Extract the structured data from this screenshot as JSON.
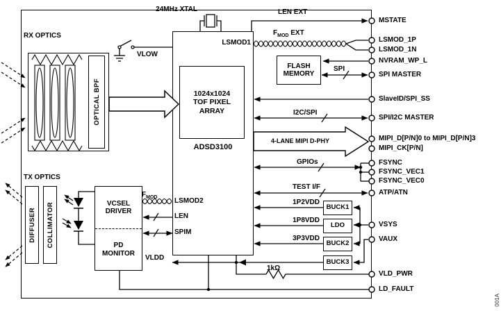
{
  "figure": {
    "code": "001A"
  },
  "labels": {
    "xtal": "24MHz XTAL",
    "rx_optics": "RX OPTICS",
    "tx_optics": "TX OPTICS",
    "optical_bpf": "OPTICAL BPF",
    "diffuser": "DIFFUSER",
    "collimator": "COLLIMATOR",
    "vlow": "VLOW",
    "vldd": "VLDD",
    "len_ext": "LEN EXT",
    "f": "F",
    "mod_sub": "MOD",
    "ext": " EXT",
    "spi": "SPI",
    "i2c_spi": "I2C/SPI",
    "mipi_bus": "4-LANE MIPI D-PHY",
    "gpios": "GPIOs",
    "test_if": "TEST I/F",
    "rail_1p2vdd": "1P2VDD",
    "rail_1p8vdd": "1P8VDD",
    "rail_3p3vdd": "3P3VDD",
    "resistor_1k": "1kΩ"
  },
  "blocks": {
    "adsd3100": "ADSD3100",
    "pixel_array": "1024x1024 TOF PIXEL ARRAY",
    "flash": "FLASH MEMORY",
    "buck1": "BUCK1",
    "ldo": "LDO",
    "buck2": "BUCK2",
    "buck3": "BUCK3",
    "vcsel_driver": "VCSEL DRIVER",
    "pd_monitor": "PD MONITOR"
  },
  "ports": {
    "lsmod1": "LSMOD1",
    "lsmod2": "LSMOD2",
    "len": "LEN",
    "spim": "SPIM"
  },
  "pins": [
    "MSTATE",
    "LSMOD_1P",
    "LSMOD_1N",
    "NVRAM_WP_L",
    "SPI MASTER",
    "SlaveID/SPI_SS",
    "SPI/I2C MASTER",
    "MIPI_D[P/N]0 to MIPI_D[P/N]3",
    "MIPI_CK[P/N]",
    "FSYNC",
    "FSYNC_VEC1",
    "FSYNC_VEC0",
    "ATP/ATN",
    "VSYS",
    "VAUX",
    "VLD_PWR",
    "LD_FAULT"
  ]
}
